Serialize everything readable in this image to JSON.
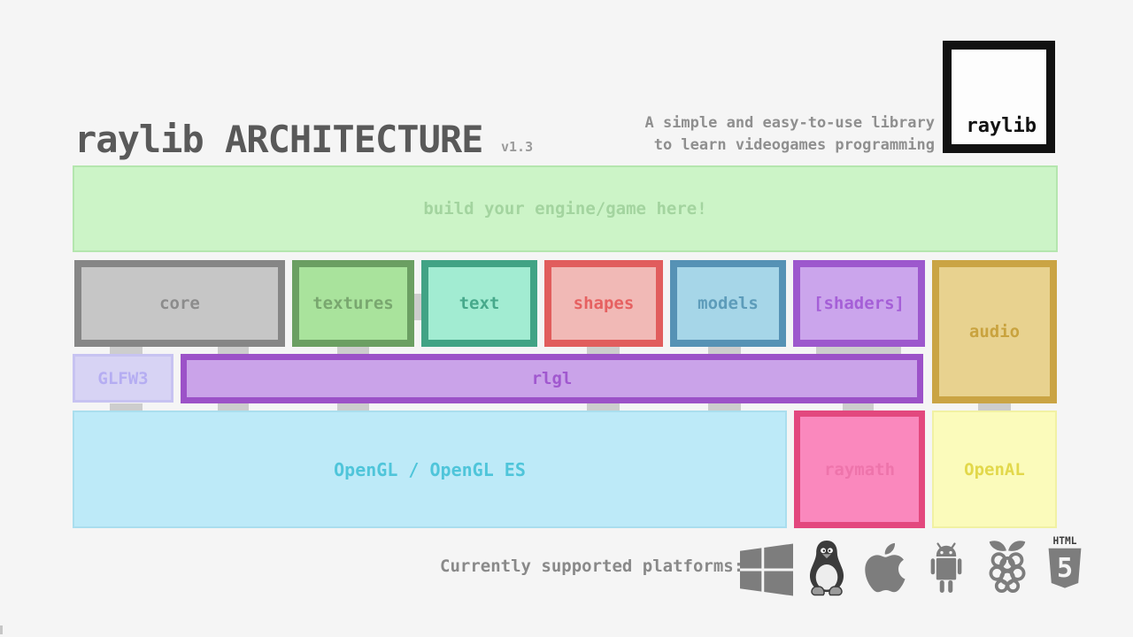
{
  "header": {
    "title": "raylib ARCHITECTURE",
    "version": "v1.3",
    "tagline_line1": "A simple and easy-to-use library",
    "tagline_line2": "to learn videogames programming",
    "logo_text": "raylib"
  },
  "engine_box": {
    "label": "build your engine/game here!",
    "fill": "#ccf4c7",
    "border": "#b4e6ae",
    "text_color": "#a3d49f"
  },
  "modules": [
    {
      "id": "core",
      "label": "core",
      "fill": "#c6c6c6",
      "border": "#868686",
      "text_color": "#8c8c8c"
    },
    {
      "id": "textures",
      "label": "textures",
      "fill": "#a9e39c",
      "border": "#6b9f62",
      "text_color": "#79a76f"
    },
    {
      "id": "text",
      "label": "text",
      "fill": "#a2ecd2",
      "border": "#41a385",
      "text_color": "#47a98b"
    },
    {
      "id": "shapes",
      "label": "shapes",
      "fill": "#f1b9b6",
      "border": "#e15d5d",
      "text_color": "#e66161"
    },
    {
      "id": "models",
      "label": "models",
      "fill": "#a6d6e8",
      "border": "#5692b5",
      "text_color": "#5d9cba"
    },
    {
      "id": "shaders",
      "label": "[shaders]",
      "fill": "#cba5ec",
      "border": "#9d58cd",
      "text_color": "#a55fd7"
    },
    {
      "id": "audio",
      "label": "audio",
      "fill": "#e8d28f",
      "border": "#caa444",
      "text_color": "#c9a33f"
    }
  ],
  "layers": {
    "glfw": {
      "label": "GLFW3",
      "fill": "#d7d3f4",
      "border": "#c7c3f1",
      "text_color": "#b5adf2"
    },
    "rlgl": {
      "label": "rlgl",
      "fill": "#caa3e9",
      "border": "#9c52c8",
      "text_color": "#a158cf"
    },
    "opengl": {
      "label": "OpenGL / OpenGL ES",
      "fill": "#bdeaf8",
      "border": "#aadeee",
      "text_color": "#4fc5da"
    },
    "raymath": {
      "label": "raymath",
      "fill": "#fa88bd",
      "border": "#e3487e",
      "text_color": "#ee74ab"
    },
    "openal": {
      "label": "OpenAL",
      "fill": "#fbfbbb",
      "border": "#f1f1a3",
      "text_color": "#e2d84b"
    }
  },
  "platforms": {
    "label": "Currently supported platforms:",
    "items": [
      "windows",
      "linux",
      "apple",
      "android",
      "raspberry-pi",
      "html5"
    ],
    "html5_badge": {
      "top_text": "HTML",
      "number": "5"
    },
    "icon_color": "#7d7d7d",
    "icon_dark_color": "#3c3c3c"
  },
  "colors": {
    "background": "#f5f5f5",
    "title_text": "#595959",
    "secondary_text": "#8f8f8f",
    "connector": "#cdcdcd",
    "logo_black": "#121212"
  }
}
